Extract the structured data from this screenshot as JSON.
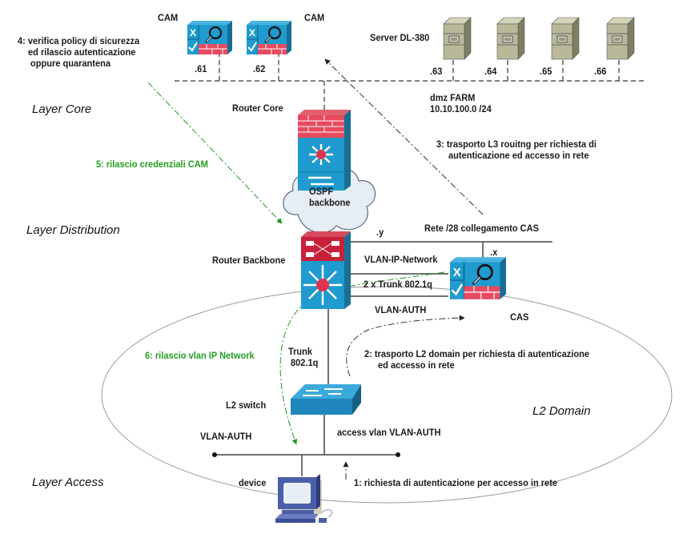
{
  "layers": {
    "core": "Layer Core",
    "distribution": "Layer Distribution",
    "access": "Layer Access",
    "l2_domain": "L2 Domain"
  },
  "nodes": {
    "cam1": {
      "label": "CAM",
      "ip": ".61"
    },
    "cam2": {
      "label": "CAM",
      "ip": ".62"
    },
    "servers": {
      "label": "Server DL-380",
      "ips": [
        ".63",
        ".64",
        ".65",
        ".66"
      ]
    },
    "dmz": {
      "line1": "dmz FARM",
      "line2": "10.10.100.0 /24"
    },
    "router_core": {
      "label": "Router Core"
    },
    "ospf": {
      "line1": "OSPF",
      "line2": "backbone"
    },
    "router_backbone": {
      "label": "Router Backbone",
      "ip": ".y"
    },
    "cas": {
      "label": "CAS",
      "ip": ".x"
    },
    "l2_switch": {
      "label": "L2 switch"
    },
    "device": {
      "label": "device"
    }
  },
  "links": {
    "rete28": "Rete /28 collegamento CAS",
    "vlan_ip": "VLAN-IP-Network",
    "trunk_2x": "2 x Trunk 802.1q",
    "vlan_auth_cas": "VLAN-AUTH",
    "trunk_line1": "Trunk",
    "trunk_line2": "802.1q",
    "vlan_auth_access": "VLAN-AUTH",
    "access_vlan": "access vlan VLAN-AUTH"
  },
  "steps": {
    "s1": "1: richiesta di autenticazione per accesso in rete",
    "s2_line1": "2: trasporto L2 domain per richiesta di autenticazione",
    "s2_line2": "ed accesso in rete",
    "s3_line1": "3: trasporto L3 rouitng per richiesta di",
    "s3_line2": "autenticazione ed accesso in rete",
    "s4_line1": "4: verifica policy di sicurezza",
    "s4_line2": "ed rilascio autenticazione",
    "s4_line3": "oppure quarantena",
    "s5": "5: rilascio credenziali CAM",
    "s6": "6: rilascio vlan IP Network"
  },
  "colors": {
    "cisco_blue": "#1f9bcf",
    "firewall_red": "#e84a5f",
    "router_red": "#c8203a",
    "server_khaki": "#b9b99a",
    "pc_blue": "#4a5fa8",
    "step_green": "#23a023"
  }
}
